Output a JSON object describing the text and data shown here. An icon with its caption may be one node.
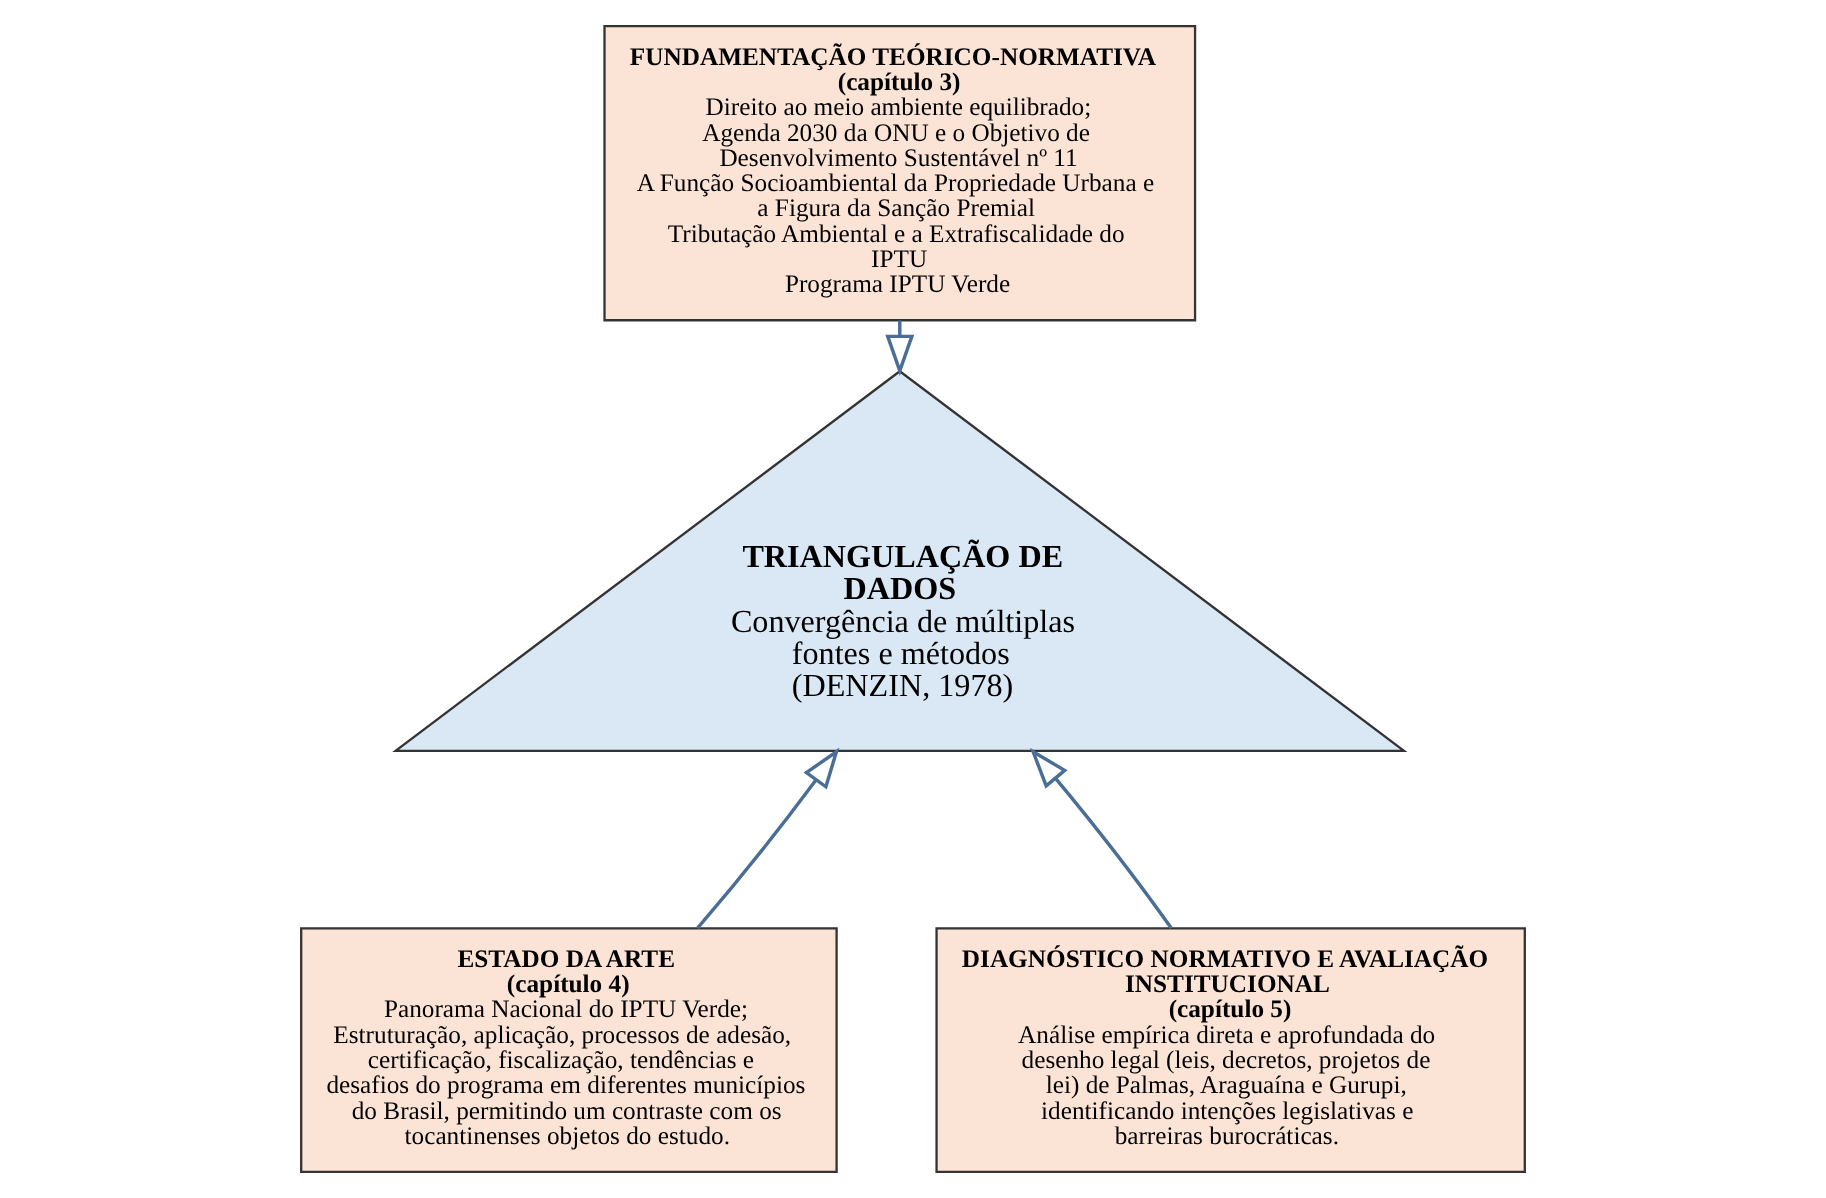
{
  "diagram": {
    "nodes": [
      {
        "text": [
          "FUNDAMENTAÇÃO TEÓRICO-NORMATIVA",
          "(capítulo 3)",
          "Direito ao meio ambiente equilibrado;",
          "Agenda 2030 da ONU e o Objetivo de Desenvolvimento Sustentável nº 11",
          "A Função Socioambiental da Propriedade Urbana e a Figura da Sanção Premial",
          "Tributação Ambiental e a Extrafiscalidade do IPTU",
          "Programa IPTU Verde"
        ]
      },
      {
        "text": [
          "TRIANGULAÇÃO DE DADOS",
          "Convergência de múltiplas fontes e métodos",
          "(DENZIN, 1978)"
        ]
      },
      {
        "text": [
          "ESTADO DA ARTE",
          "(capítulo 4)",
          "Panorama Nacional do IPTU Verde;",
          "Estruturação, aplicação, processos de adesão, certificação, fiscalização, tendências e desafios do programa em diferentes municípios do Brasil, permitindo um contraste com os tocantinenses objetos do estudo."
        ]
      },
      {
        "text": [
          "DIAGNÓSTICO NORMATIVO E AVALIAÇÃO INSTITUCIONAL",
          "(capítulo 5)",
          "Análise empírica direta e aprofundada do desenho legal (leis, decretos, projetos de lei) de Palmas, Araguaína e Gurupi, identificando intenções legislativas e barreiras burocráticas."
        ]
      }
    ],
    "edges": [
      {
        "from": 0,
        "to": 1,
        "arrow": "to"
      },
      {
        "from": 2,
        "to": 1,
        "arrow": "to"
      },
      {
        "from": 3,
        "to": 1,
        "arrow": "to"
      }
    ]
  }
}
